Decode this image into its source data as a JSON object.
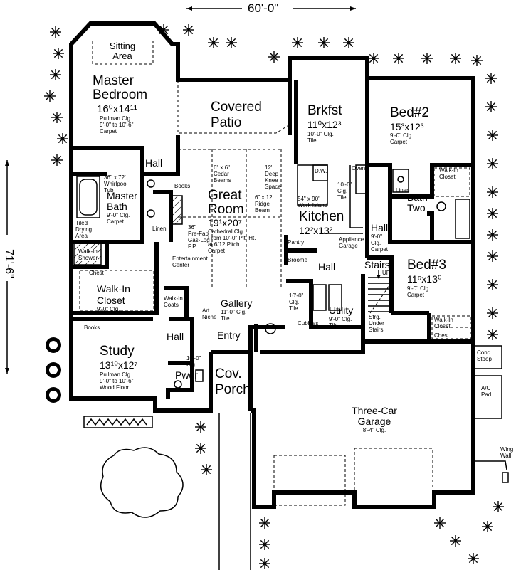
{
  "plan": {
    "width_label": "60'-0\"",
    "depth_label": "71'-6\""
  },
  "rooms": {
    "sitting": {
      "name": "Sitting Area"
    },
    "master": {
      "name": "Master Bedroom",
      "dims": "16⁰x14¹¹",
      "notes": [
        "Pullman Clg.",
        "9'-0\" to 10'-6\"",
        "Carpet"
      ]
    },
    "patio": {
      "name": "Covered Patio"
    },
    "brkfst": {
      "name": "Brkfst",
      "dims": "11⁰x12³",
      "notes": [
        "10'-0\" Clg.",
        "Tile"
      ]
    },
    "bed2": {
      "name": "Bed#2",
      "dims": "15³x12³",
      "notes": [
        "9'-0\" Clg.",
        "Carpet"
      ]
    },
    "hall_top": {
      "name": "Hall"
    },
    "great": {
      "name": "Great Room",
      "dims": "19¹x20⁷",
      "notes": [
        "Cathedral Clg.",
        "From 10'-0\" Plt. Ht.",
        "at 6/12 Pitch",
        "Carpet"
      ]
    },
    "kitchen": {
      "name": "Kitchen",
      "dims": "12²x13²",
      "notes": [
        "10'-0\"",
        "Clg.",
        "Tile"
      ]
    },
    "master_bath": {
      "name": "Master Bath",
      "notes": [
        "9'-0\" Clg.",
        "Carpet"
      ]
    },
    "bath_two": {
      "name": "Bath Two"
    },
    "hall_right": {
      "name": "Hall",
      "notes": [
        "9'-0\"",
        "Clg.",
        "Carpet"
      ]
    },
    "bed3": {
      "name": "Bed#3",
      "dims": "11⁶x13⁰",
      "notes": [
        "9'-0\" Clg.",
        "Carpet"
      ]
    },
    "walkin": {
      "name": "Walk-In Closet",
      "notes": [
        "9'-0\" Clg."
      ]
    },
    "gallery": {
      "name": "Gallery",
      "notes": [
        "11'-0\" Clg.",
        "Tile"
      ]
    },
    "hall_mid": {
      "name": "Hall"
    },
    "utility": {
      "name": "Utility",
      "notes": [
        "9'-0\" Clg.",
        "Tile"
      ]
    },
    "stairs": {
      "name": "Stairs",
      "up": "UP"
    },
    "study": {
      "name": "Study",
      "dims": "13¹⁰x12⁷",
      "notes": [
        "Pullman Clg.",
        "9'-0\" to 10'-6\"",
        "Wood Floor"
      ]
    },
    "hall_low": {
      "name": "Hall"
    },
    "entry": {
      "name": "Entry"
    },
    "pwdr": {
      "name": "Pwdr"
    },
    "porch": {
      "name": "Cov. Porch"
    },
    "garage": {
      "name": "Three-Car Garage",
      "notes": [
        "8'-4\" Clg."
      ]
    }
  },
  "labels": {
    "whirlpool": [
      "36\" x 72'",
      "Whirlpool",
      "Tub"
    ],
    "drying": [
      "Tiled",
      "Drying",
      "Area"
    ],
    "shower": [
      "Walk-In",
      "Shower"
    ],
    "chest_left": "Chest",
    "linen_left": "Linen",
    "books_top": "Books",
    "fireplace": [
      "36\"",
      "Pre-Fab",
      "Gas-Log",
      "F.P."
    ],
    "entertainment": [
      "Entertainment",
      "Center"
    ],
    "cedar": [
      "6\" x 6\"",
      "Cedar",
      "Beams"
    ],
    "knee": [
      "12'",
      "Deep",
      "Knee",
      "Space"
    ],
    "ridge": [
      "6\" x 12'",
      "Ridge",
      "Beam"
    ],
    "dw": "D.W.",
    "ovens": "Ovens",
    "island": [
      "54\" x 90\"",
      "Work Island"
    ],
    "pantry": "Pantry",
    "appliance": [
      "Appliance",
      "Garage"
    ],
    "broome": "Broome",
    "linen_right": "Linen",
    "walkin_r": [
      "Walk-In",
      "Closet"
    ],
    "walkin_r2": [
      "Walk-In",
      "Closet"
    ],
    "chest_right": "Chest",
    "coats": [
      "Walk-In",
      "Coats"
    ],
    "art": [
      "Art",
      "Niche"
    ],
    "gallery_clg": [
      "10'-0\"",
      "Clg.",
      "Tile"
    ],
    "cubbies": "Cubbies",
    "strg": [
      "Strg.",
      "Under",
      "Stairs"
    ],
    "books_study": "Books",
    "pwdr_clg": [
      "10'-0\"",
      "Clg."
    ],
    "stoop": [
      "Conc.",
      "Stoop"
    ],
    "ac": [
      "A/C",
      "Pad"
    ],
    "wing": [
      "Wing",
      "Wall"
    ]
  }
}
